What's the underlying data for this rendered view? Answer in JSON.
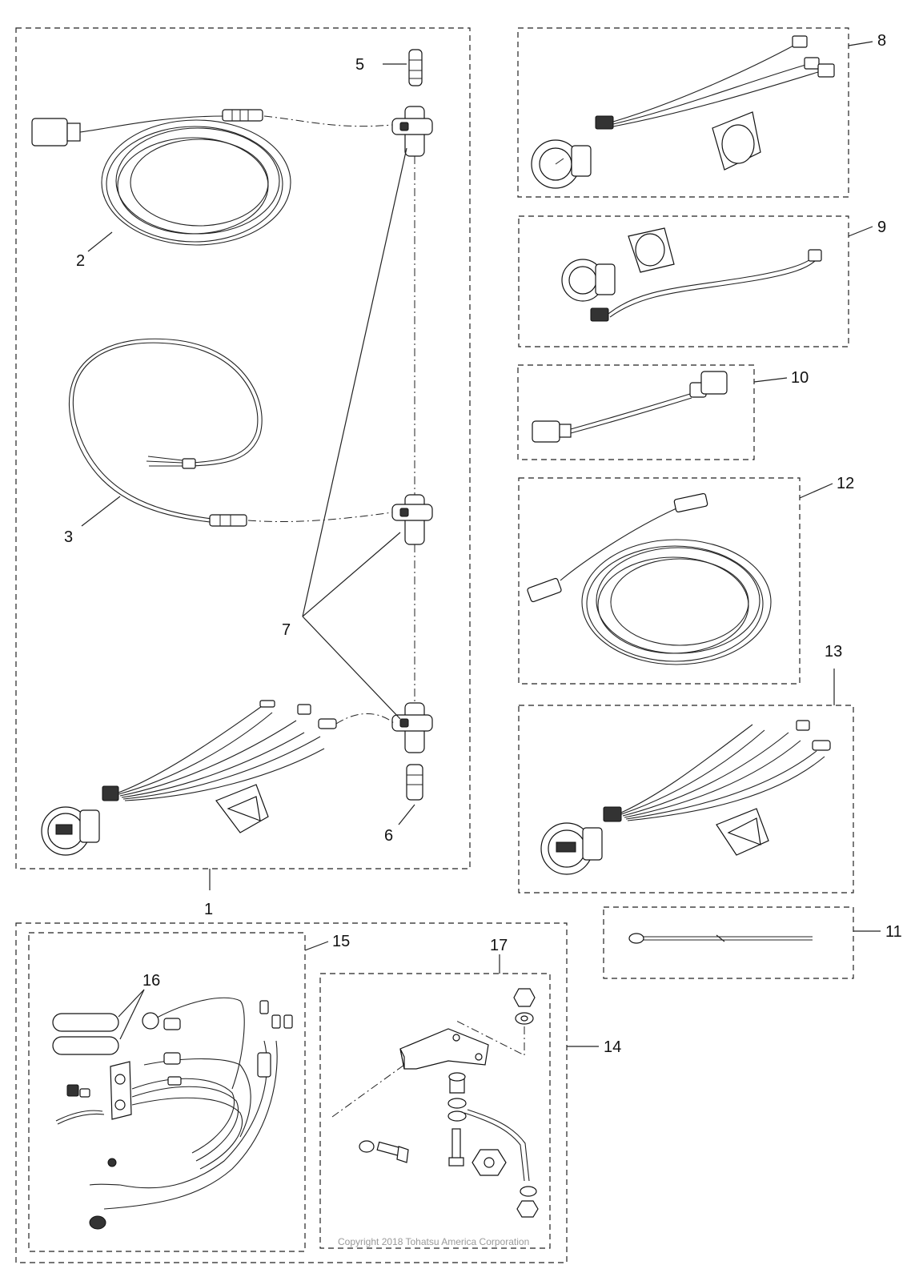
{
  "callouts": {
    "c1": "1",
    "c2": "2",
    "c3": "3",
    "c5": "5",
    "c6": "6",
    "c7": "7",
    "c8": "8",
    "c9": "9",
    "c10": "10",
    "c11": "11",
    "c12": "12",
    "c13": "13",
    "c14": "14",
    "c15": "15",
    "c16": "16",
    "c17": "17"
  },
  "footer": {
    "copyright": "Copyright 2018 Tohatsu America Corporation"
  }
}
